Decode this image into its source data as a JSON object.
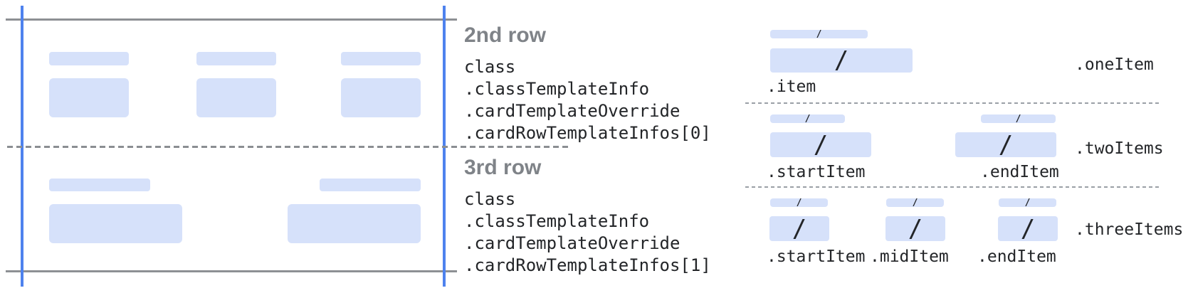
{
  "rows_panel": {
    "annotations": [
      {
        "title": "2nd row",
        "lines": [
          "class",
          ".classTemplateInfo",
          ".cardTemplateOverride",
          ".cardRowTemplateInfos[0]"
        ]
      },
      {
        "title": "3rd row",
        "lines": [
          "class",
          ".classTemplateInfo",
          ".cardTemplateOverride",
          ".cardRowTemplateInfos[1]"
        ]
      }
    ]
  },
  "item_templates": {
    "slash_glyph": "/",
    "sections": [
      {
        "section_label": ".oneItem",
        "item_labels": [
          ".item"
        ]
      },
      {
        "section_label": ".twoItems",
        "item_labels": [
          ".startItem",
          ".endItem"
        ]
      },
      {
        "section_label": ".threeItems",
        "item_labels": [
          ".startItem",
          ".midItem",
          ".endItem"
        ]
      }
    ]
  },
  "colors": {
    "placeholder_fill": "#d6e1fa",
    "guide_blue": "#4e82ee",
    "border_gray": "#8d9094",
    "card_dash_gray": "#8b8e92",
    "panel_dash_gray": "#9aa0a6",
    "heading_gray": "#7f8388",
    "code_text": "#232528",
    "background": "#ffffff"
  }
}
